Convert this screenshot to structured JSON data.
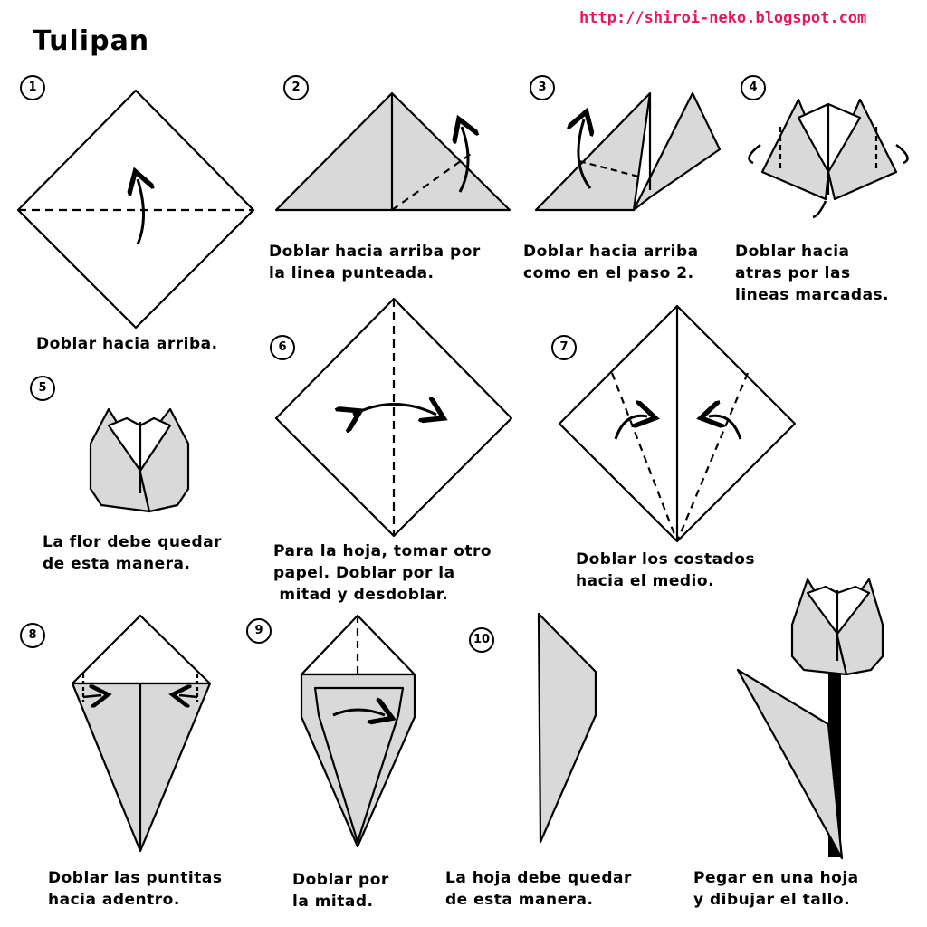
{
  "title": "Tulipan",
  "url": "http://shiroi-neko.blogspot.com",
  "steps": [
    {
      "number": "1",
      "caption": "Doblar hacia arriba."
    },
    {
      "number": "2",
      "caption": "Doblar hacia arriba por\nla linea punteada."
    },
    {
      "number": "3",
      "caption": "Doblar hacia arriba\ncomo en el paso 2."
    },
    {
      "number": "4",
      "caption": "Doblar hacia\natras por las\nlineas marcadas."
    },
    {
      "number": "5",
      "caption": "La flor debe quedar\nde esta manera."
    },
    {
      "number": "6",
      "caption": "Para la hoja, tomar otro\npapel. Doblar por la\n mitad y desdoblar."
    },
    {
      "number": "7",
      "caption": "Doblar los costados\nhacia el medio."
    },
    {
      "number": "8",
      "caption": "Doblar las puntitas\nhacia adentro."
    },
    {
      "number": "9",
      "caption": "Doblar por\nla mitad."
    },
    {
      "number": "10",
      "caption": "La hoja debe quedar\nde esta manera."
    },
    {
      "number": "",
      "caption": "Pegar en una hoja\ny dibujar el tallo."
    }
  ],
  "colors": {
    "paper_fill": "#d9d9d9",
    "line": "#000000",
    "url": "#e8175d",
    "background": "#ffffff"
  }
}
